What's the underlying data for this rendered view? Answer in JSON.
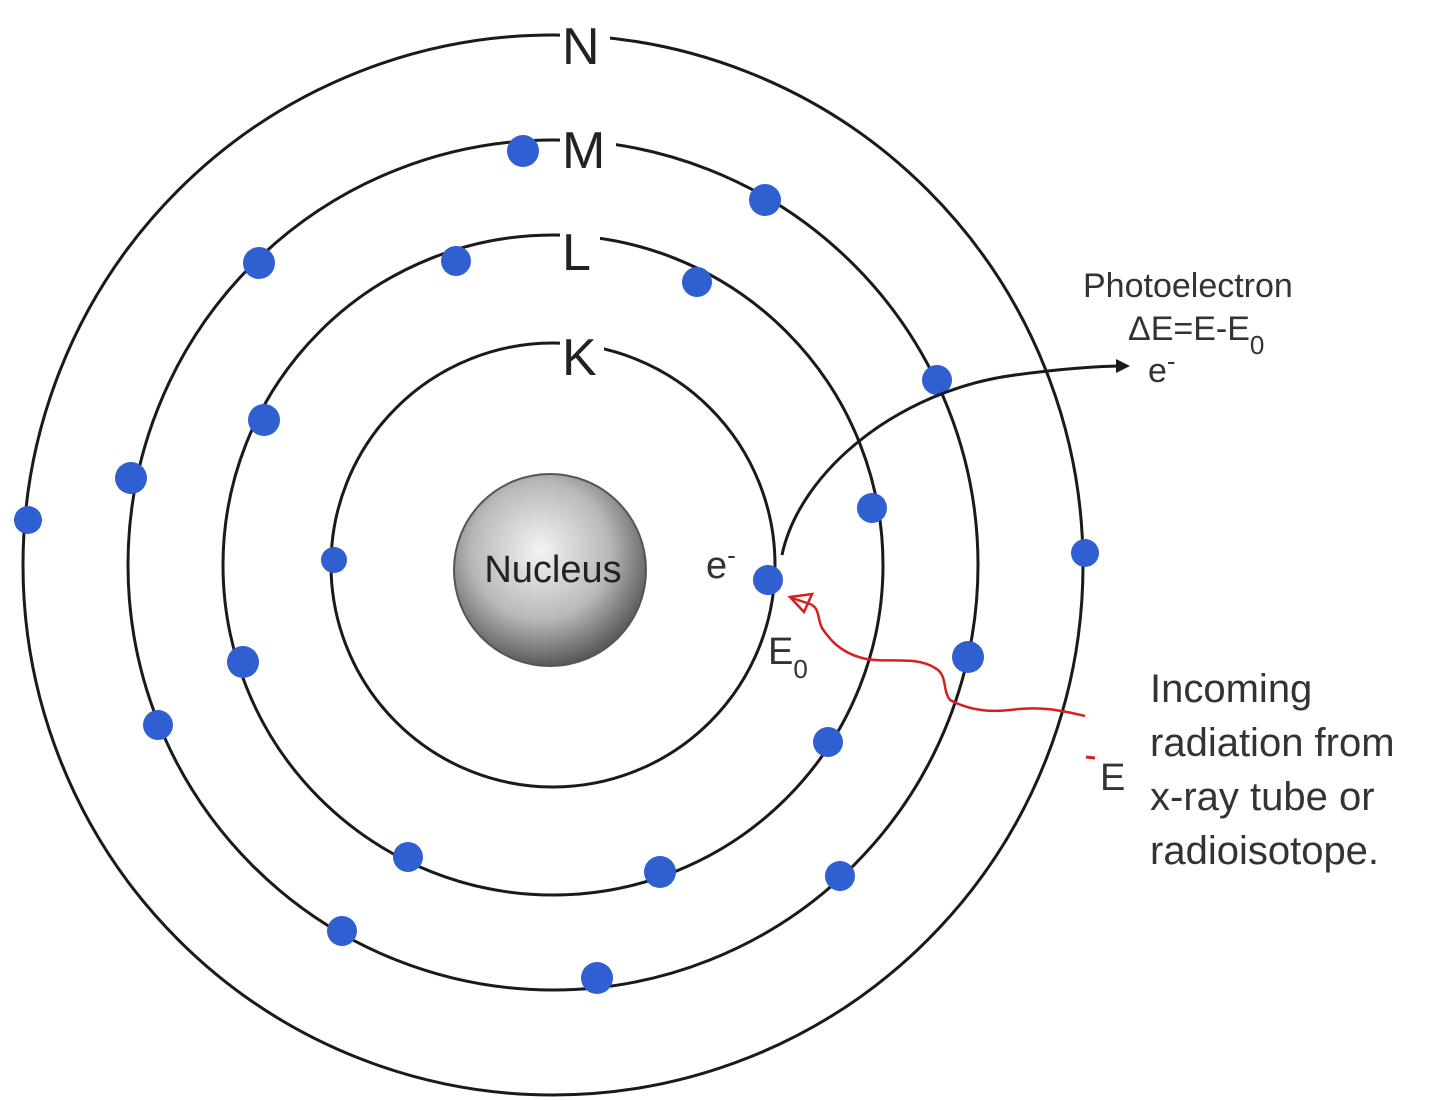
{
  "shells": [
    {
      "label": "N"
    },
    {
      "label": "M"
    },
    {
      "label": "L"
    },
    {
      "label": "K"
    }
  ],
  "nucleus": {
    "label": "Nucleus"
  },
  "ejected_electron": {
    "label": "e",
    "superscript": "-"
  },
  "binding_energy": {
    "label": "E",
    "subscript": "0"
  },
  "photoelectron": {
    "title": "Photoelectron",
    "equation": "ΔE=E-E",
    "equation_subscript": "0",
    "symbol": "e",
    "symbol_superscript": "-"
  },
  "incoming": {
    "energy_label": "E",
    "lines": [
      "Incoming",
      "radiation from",
      "x-ray tube or",
      "radioisotope."
    ]
  },
  "colors": {
    "electron": "#2f5fd0",
    "orbit": "#1a1a1a",
    "radiation": "#d42020",
    "nucleus_center": "#f4f4f4",
    "nucleus_edge": "#5a5a5a"
  }
}
